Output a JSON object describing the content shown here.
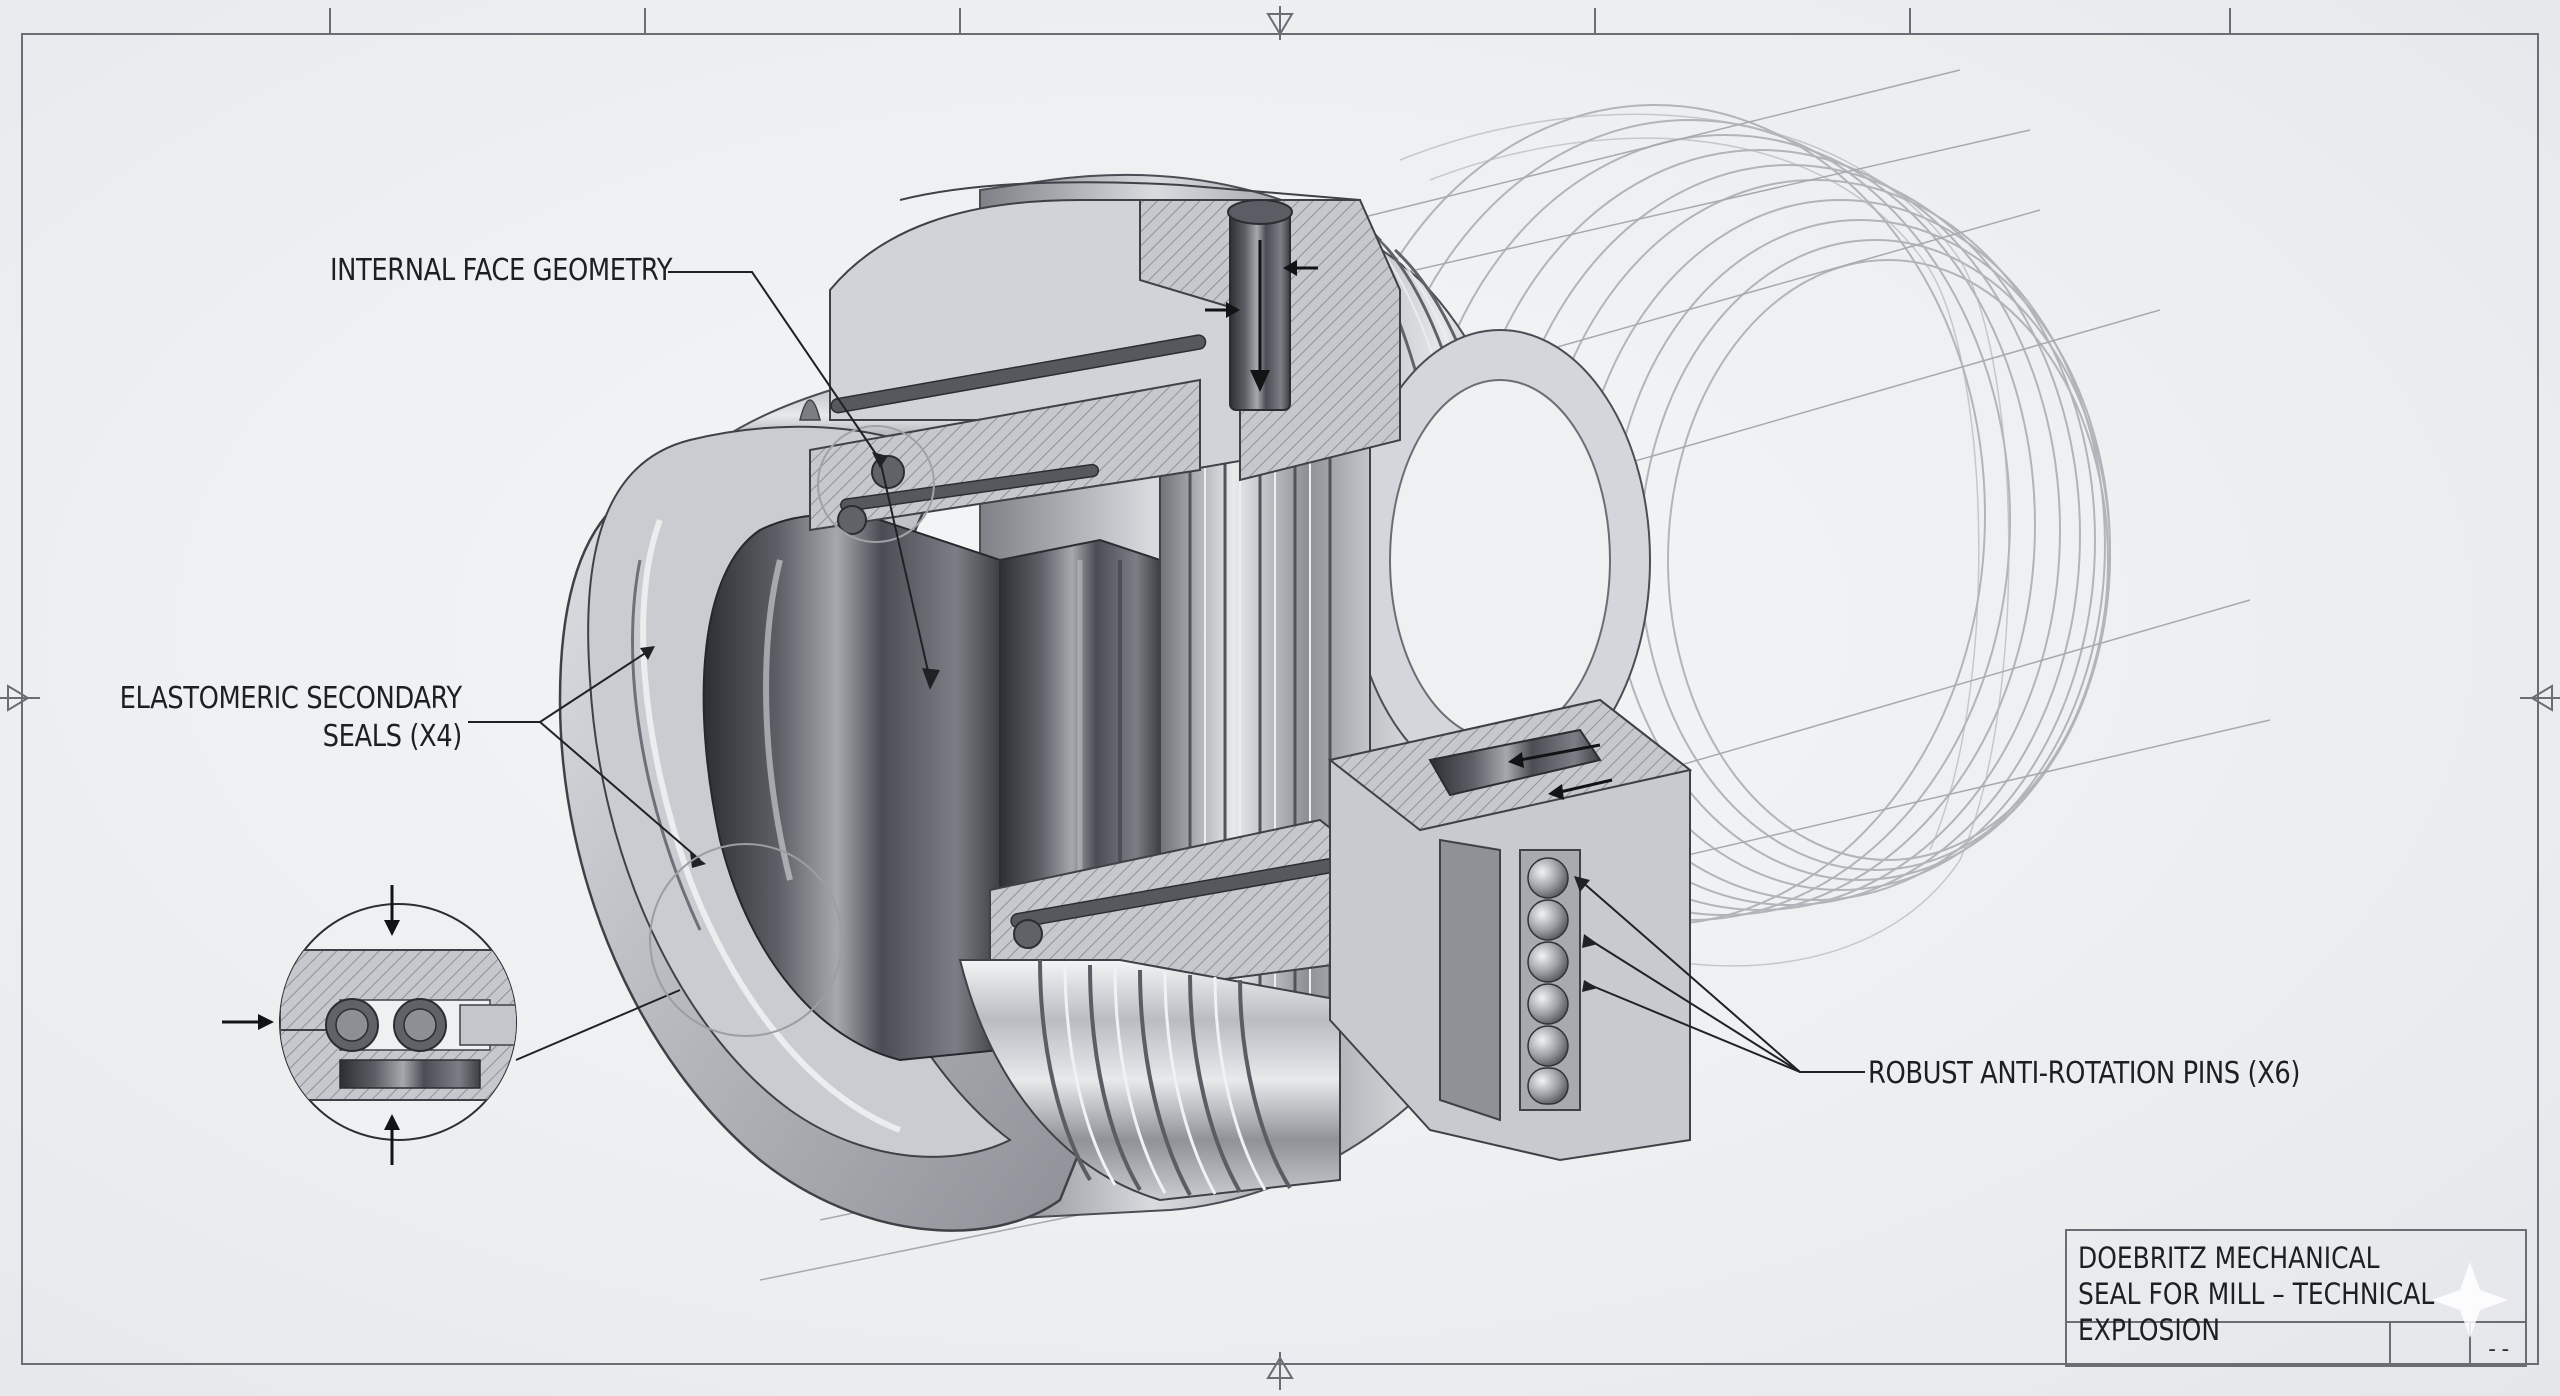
{
  "drawing": {
    "title": "DOEBRITZ MECHANICAL SEAL FOR MILL – TECHNICAL EXPLOSION",
    "sheet_number": "--"
  },
  "callouts": {
    "internal_face": "INTERNAL FACE GEOMETRY",
    "secondary_seals_line1": "ELASTOMERIC SECONDARY",
    "secondary_seals_line2": "SEALS (X4)",
    "anti_rotation_pins": "ROBUST ANTI-ROTATION PINS (X6)"
  },
  "colors": {
    "background": "#eef0f2",
    "ink": "#1d1f22",
    "steel_dark": "#3a3d42",
    "steel_mid": "#8c9096",
    "steel_light": "#d8dbde"
  }
}
